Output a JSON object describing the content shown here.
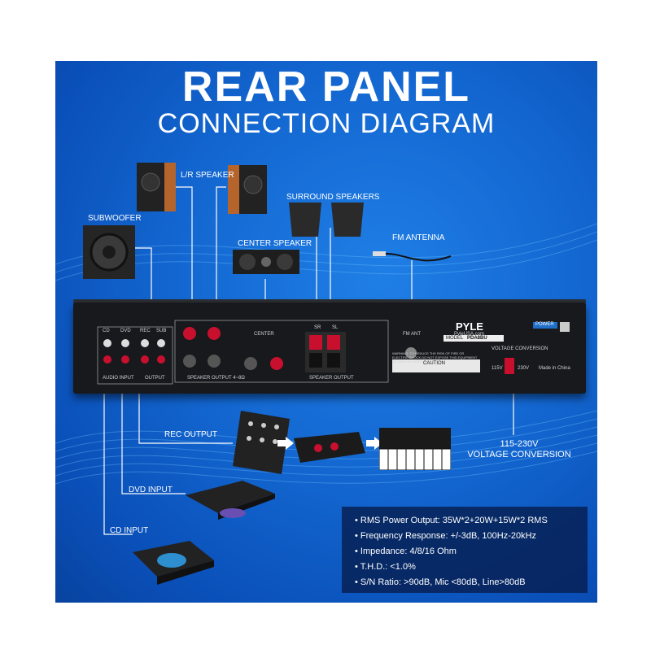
{
  "title": "REAR PANEL",
  "subtitle": "CONNECTION DIAGRAM",
  "labels": {
    "lr_speaker": "L/R SPEAKER",
    "surround": "SURROUND SPEAKERS",
    "subwoofer": "SUBWOOFER",
    "center": "CENTER SPEAKER",
    "fm_antenna": "FM ANTENNA",
    "rec_output": "REC OUTPUT",
    "dvd_input": "DVD INPUT",
    "cd_input": "CD INPUT",
    "voltage_line1": "115-230V",
    "voltage_line2": "VOLTAGE CONVERSION"
  },
  "amp": {
    "brand": "PYLE",
    "url": "PyleUSA.com",
    "model_label": "MODEL",
    "model": "PDA8BU",
    "power": "POWER",
    "in_cd": "CD",
    "in_dvd": "DVD",
    "in_rec": "REC",
    "in_sub": "SUB",
    "audio_input": "AUDIO INPUT",
    "output": "OUTPUT",
    "speaker_output": "SPEAKER OUTPUT 4~8Ω",
    "speaker_output2": "SPEAKER OUTPUT",
    "center": "CENTER",
    "sr": "SR",
    "sl": "SL",
    "fm_ant": "FM ANT",
    "warning": "WARNING: TO REDUCE THE RISK OF FIRE OR ELECTRIC SHOCK DO NOT EXPOSE THIS EQUIPMENT TO RAIN OR MOISTURE.",
    "caution": "CAUTION",
    "voltage_conversion": "VOLTAGE CONVERSION",
    "v115": "115V",
    "v230": "230V",
    "made_in": "Made in China"
  },
  "specs": [
    "RMS Power Output: 35W*2+20W+15W*2 RMS",
    "Frequency Response: +/-3dB, 100Hz-20kHz",
    "Impedance: 4/8/16 Ohm",
    "T.H.D.: <1.0%",
    "S/N Ratio: >90dB, Mic <80dB, Line>80dB"
  ],
  "colors": {
    "background_blue": "#1366d0",
    "amp_body": "#17191c",
    "binding_post_red": "#c8102e",
    "speaker_wood": "#b5652b"
  }
}
